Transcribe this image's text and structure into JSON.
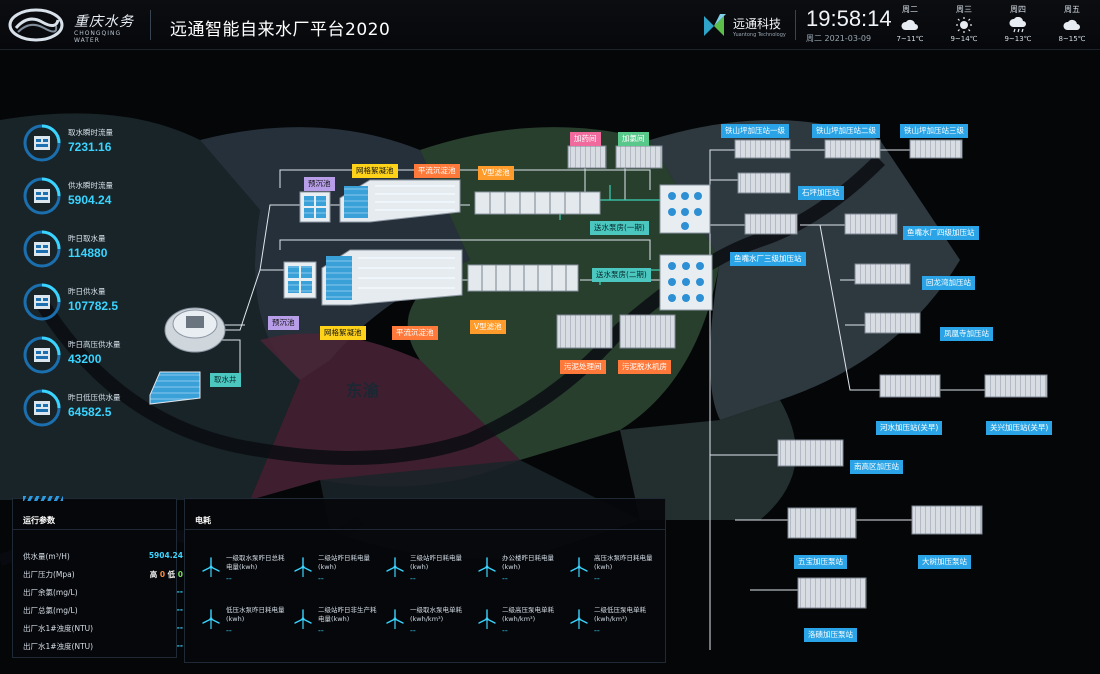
{
  "header": {
    "logo_cn": "重庆水务",
    "logo_en": "CHONGQING WATER",
    "title": "远通智能自来水厂平台2020",
    "brand_name": "远通科技",
    "brand_sub": "Yuantong Technology",
    "time": "19:58:14",
    "date": "周二   2021-03-09"
  },
  "weather": [
    {
      "day": "周二",
      "temp": "7~11℃",
      "icon": "cloud-icon"
    },
    {
      "day": "周三",
      "temp": "9~14℃",
      "icon": "sun-icon"
    },
    {
      "day": "周四",
      "temp": "9~13℃",
      "icon": "rain-icon"
    },
    {
      "day": "周五",
      "temp": "8~15℃",
      "icon": "cloud-icon"
    }
  ],
  "stats": [
    {
      "label": "取水瞬时流量",
      "value": "7231.16"
    },
    {
      "label": "供水瞬时流量",
      "value": "5904.24"
    },
    {
      "label": "昨日取水量",
      "value": "114880"
    },
    {
      "label": "昨日供水量",
      "value": "107782.5"
    },
    {
      "label": "昨日高压供水量",
      "value": "43200"
    },
    {
      "label": "昨日低压供水量",
      "value": "64582.5"
    }
  ],
  "plant_labels": {
    "pre1": "预沉池",
    "grid1": "网格絮凝池",
    "flat1": "平流沉淀池",
    "v1": "V型滤池",
    "dosing": "加药间",
    "chlorine": "加氯间",
    "pump1": "送水泵房(一期)",
    "pump2": "送水泵房(二期)",
    "pre2": "预沉池",
    "grid2": "网格絮凝池",
    "flat2": "平流沉淀池",
    "v2": "V型滤池",
    "sludge": "污泥处理间",
    "dewater": "污泥脱水机房",
    "intake": "取水井"
  },
  "stations": {
    "tie1": "铁山坪加压站一级",
    "tie2": "铁山坪加压站二级",
    "tie3": "铁山坪加压站三级",
    "shiping": "石坪加压站",
    "yuzui3": "鱼嘴水厂三级加压站",
    "yuzui4": "鱼嘴水厂四级加压站",
    "huilong": "回龙湾加压站",
    "fenghuang": "凤凰寺加压站",
    "heshui": "河水加压站(关早)",
    "guanxing": "关兴加压站(关早)",
    "nangao": "南高区加压站",
    "wubao": "五宝加压泵站",
    "dashu": "大树加压泵站",
    "luoqi": "洛碛加压泵站"
  },
  "districts": {
    "dongyu": "东渝"
  },
  "ops_panel": {
    "title": "运行参数",
    "rows": [
      {
        "label": "供水量(m³/H)",
        "value": "5904.24"
      },
      {
        "label": "出厂压力(Mpa)",
        "hi_label": "高",
        "hi": "0",
        "lo_label": "低",
        "lo": "0"
      },
      {
        "label": "出厂余氯(mg/L)",
        "value": "--"
      },
      {
        "label": "出厂总氯(mg/L)",
        "value": "--"
      },
      {
        "label": "出厂水1#浊度(NTU)",
        "value": "--"
      },
      {
        "label": "出厂水1#浊度(NTU)",
        "value": "--"
      }
    ]
  },
  "energy_panel": {
    "title": "电耗",
    "cells": [
      {
        "label": "一级取水泵昨日总耗电量(kwh)",
        "value": "--"
      },
      {
        "label": "二级站昨日耗电量(kwh)",
        "value": "--"
      },
      {
        "label": "三级站昨日耗电量(kwh)",
        "value": "--"
      },
      {
        "label": "办公楼昨日耗电量(kwh)",
        "value": "--"
      },
      {
        "label": "高压水泵昨日耗电量(kwh)",
        "value": "--"
      },
      {
        "label": "低压水泵昨日耗电量(kwh)",
        "value": "--"
      },
      {
        "label": "二级站昨日非生产耗电量(kwh)",
        "value": "--"
      },
      {
        "label": "一级取水泵电单耗(kwh/km³)",
        "value": "--"
      },
      {
        "label": "二级高压泵电单耗(kwh/km³)",
        "value": "--"
      },
      {
        "label": "二级低压泵电单耗(kwh/km³)",
        "value": "--"
      }
    ]
  }
}
